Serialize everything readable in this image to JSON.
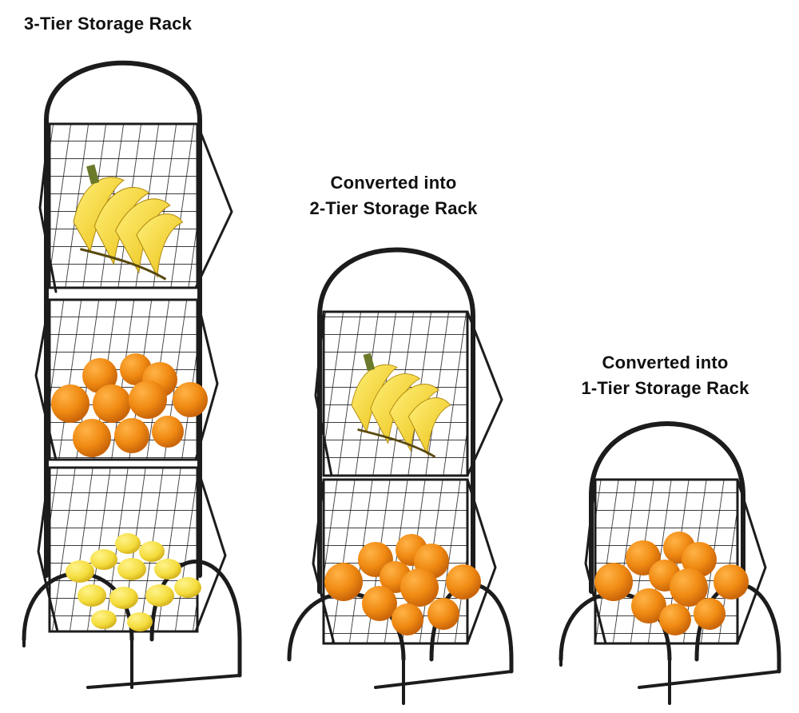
{
  "captions": {
    "three_tier": "3-Tier Storage Rack",
    "two_tier_line1": "Converted into",
    "two_tier_line2": "2-Tier Storage Rack",
    "one_tier_line1": "Converted into",
    "one_tier_line2": "1-Tier Storage Rack"
  },
  "colors": {
    "background": "#ffffff",
    "frame": "#1c1c1c",
    "banana": "#f2d23a",
    "orange": "#f08a12",
    "lemon": "#f4dc3c"
  },
  "racks": [
    {
      "name": "3-tier-rack",
      "tiers": 3,
      "contents": [
        "bananas",
        "oranges",
        "lemons"
      ]
    },
    {
      "name": "2-tier-rack",
      "tiers": 2,
      "contents": [
        "bananas",
        "oranges"
      ]
    },
    {
      "name": "1-tier-rack",
      "tiers": 1,
      "contents": [
        "oranges"
      ]
    }
  ]
}
